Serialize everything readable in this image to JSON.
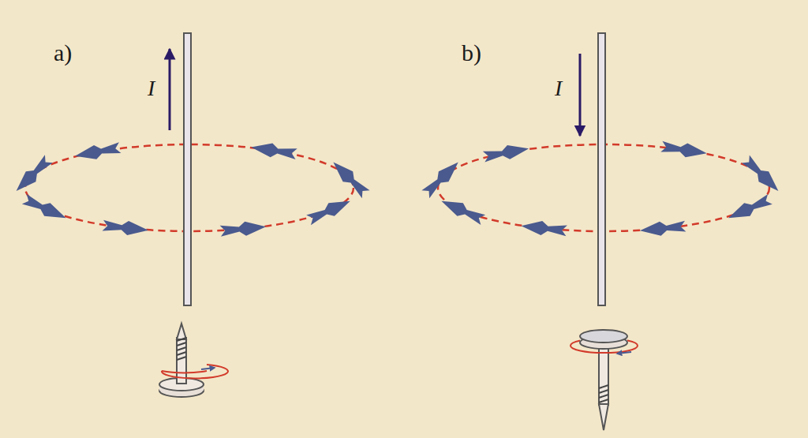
{
  "diagram": {
    "labels": [
      "a)",
      "I",
      "b)",
      "I"
    ]
  }
}
